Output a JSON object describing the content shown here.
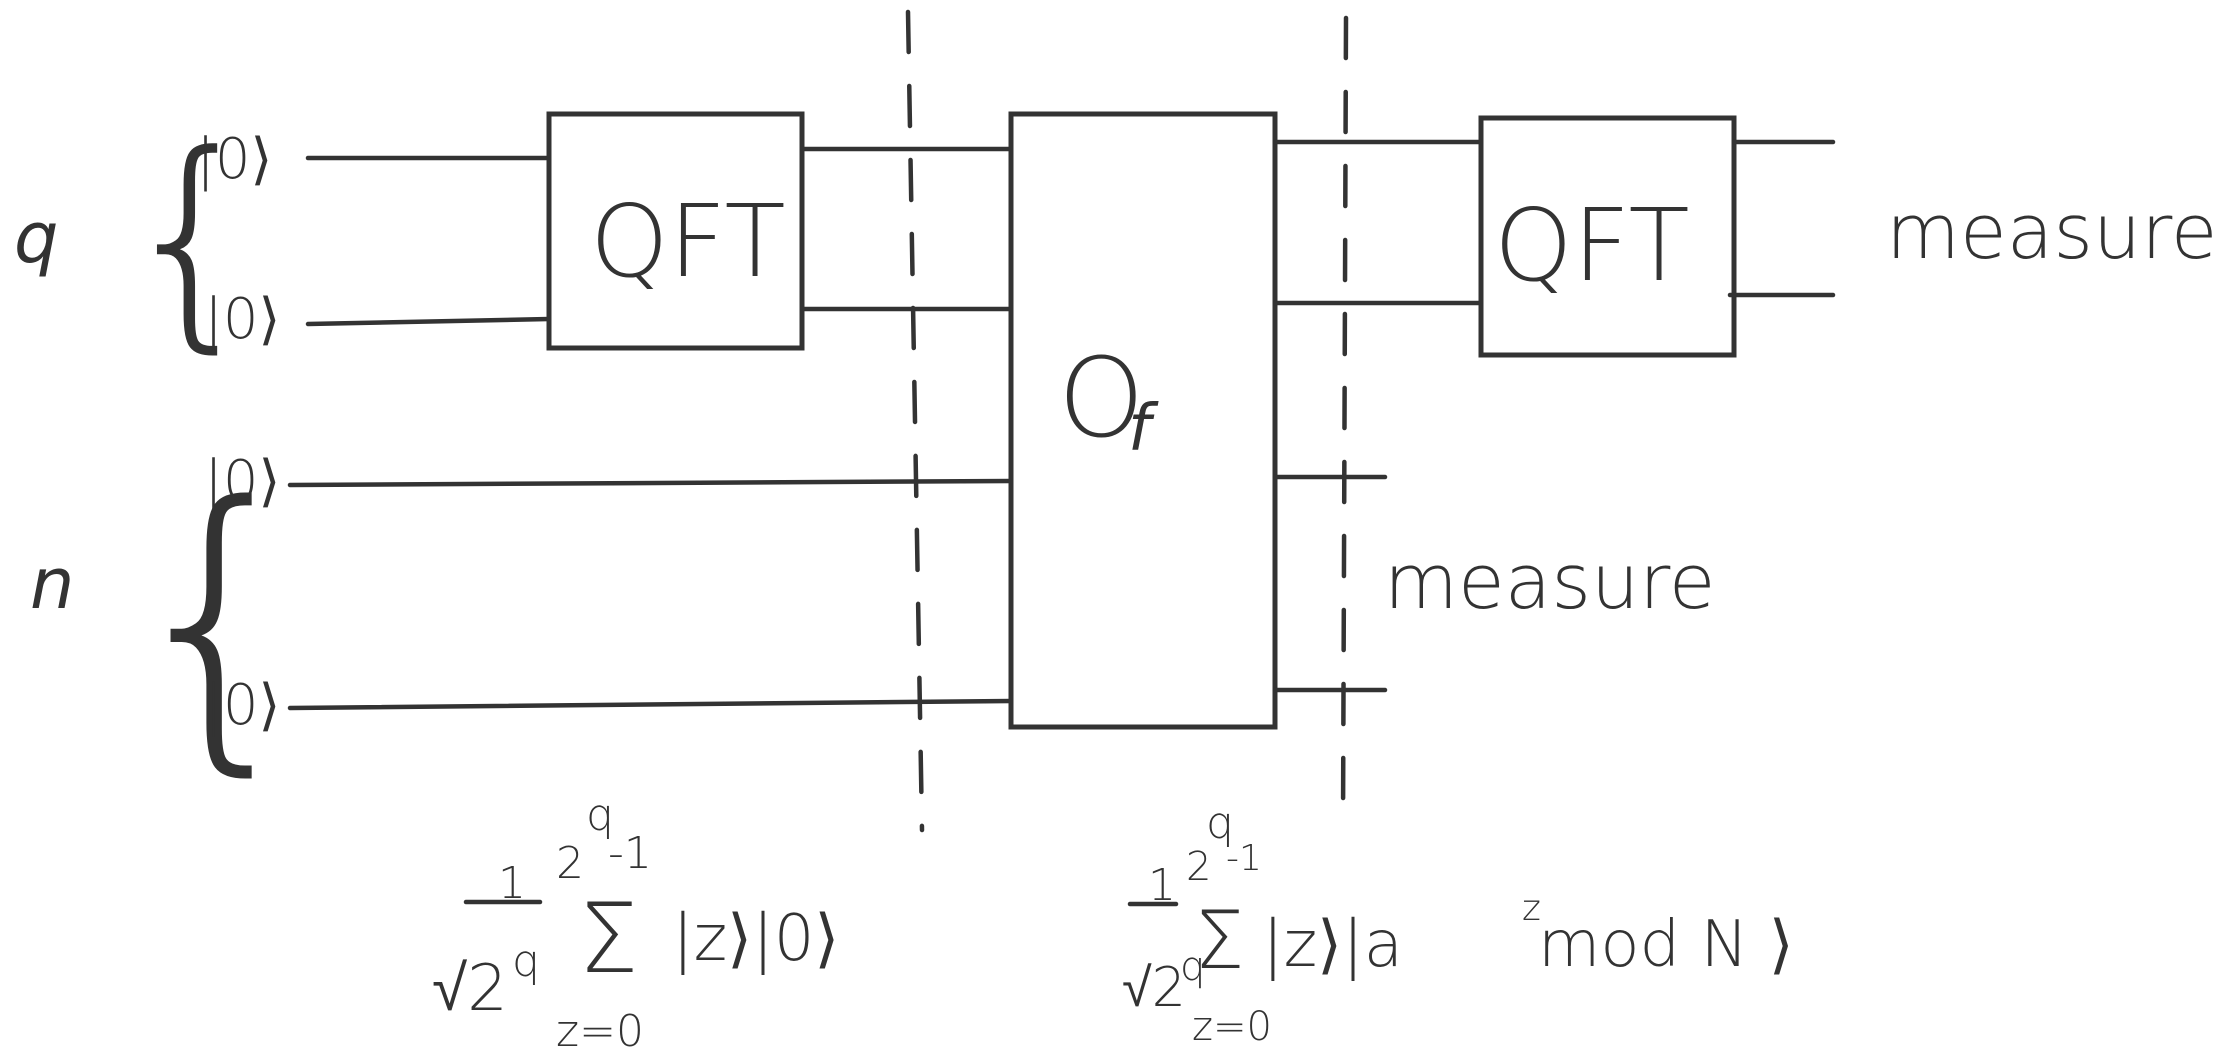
{
  "diagram": {
    "title": "Shor's algorithm period-finding circuit (hand-drawn)",
    "registers": [
      {
        "name": "q",
        "inputs": [
          "|0⟩",
          "|0⟩"
        ]
      },
      {
        "name": "n",
        "inputs": [
          "|0⟩",
          "|0⟩"
        ]
      }
    ],
    "gates": {
      "qft_first": "QFT",
      "oracle": "O",
      "oracle_sub": "f",
      "qft_second": "QFT"
    },
    "labels": {
      "measure_top": "measure",
      "measure_bottom": "measure"
    },
    "states": {
      "state1": {
        "prefactor_num": "1",
        "prefactor_den": "√2",
        "prefactor_den_exp": "q",
        "sum_symbol": "Σ",
        "sum_upper": "2",
        "sum_upper_exp": "q",
        "sum_upper_tail": "-1",
        "sum_lower": "z=0",
        "ket_text": "|z⟩|0⟩"
      },
      "state2": {
        "prefactor_num": "1",
        "prefactor_den": "√2",
        "prefactor_den_exp": "q",
        "sum_symbol": "Σ",
        "sum_upper": "2",
        "sum_upper_exp": "q",
        "sum_upper_tail": "-1",
        "sum_lower": "z=0",
        "ket_pre": "|z⟩|a",
        "ket_exp": "z",
        "ket_post": " mod N ⟩"
      }
    },
    "colors": {
      "ink": "#333333",
      "background": "#ffffff"
    }
  }
}
